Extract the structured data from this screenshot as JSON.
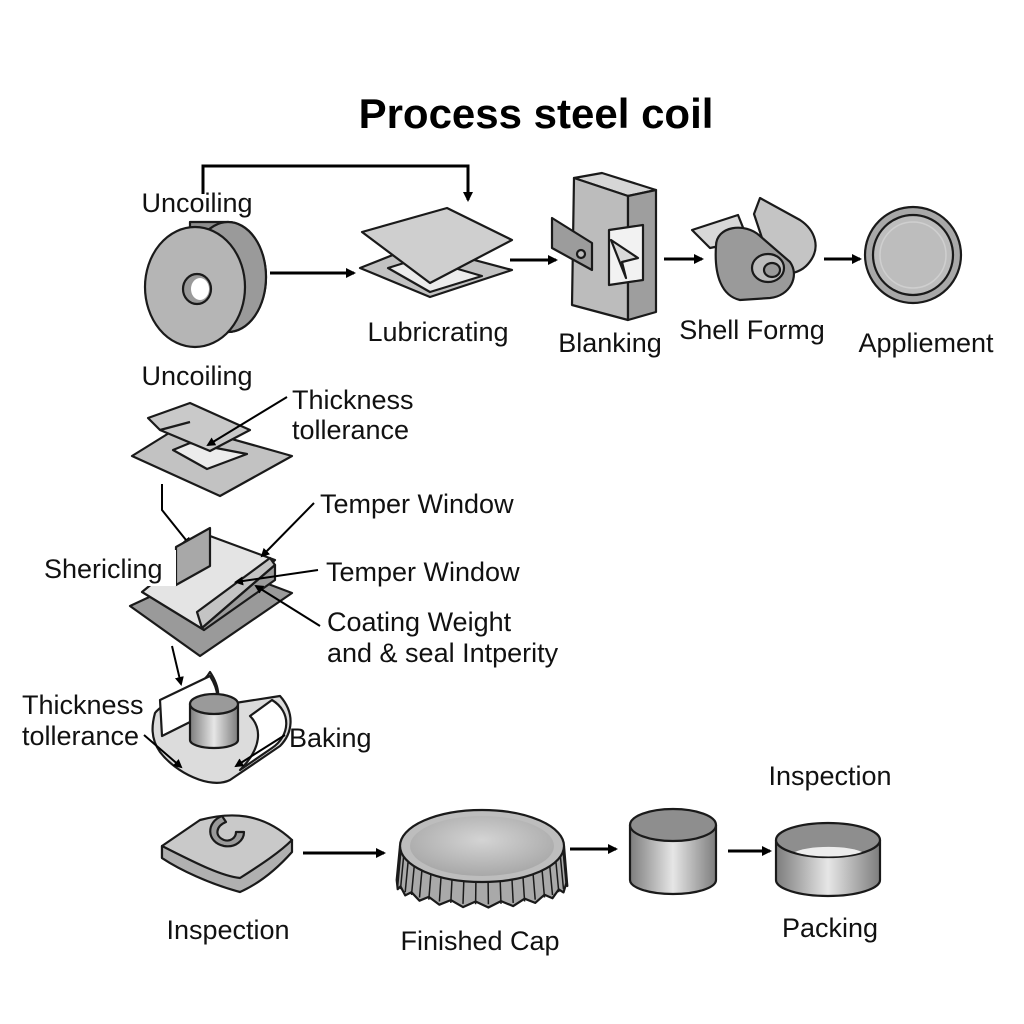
{
  "title": "Process steel coil",
  "colors": {
    "outline": "#1a1a1a",
    "metal_light": "#cfcfcf",
    "metal_mid": "#b5b5b5",
    "metal_dark": "#8e8e8e",
    "highlight": "#ececec",
    "background": "#ffffff"
  },
  "top_row": {
    "steps": [
      {
        "id": "uncoiling",
        "label": "Uncoiling",
        "icon": "steel-coil-icon"
      },
      {
        "id": "lubricating",
        "label": "Lubricrating",
        "icon": "stacked-sheets-icon"
      },
      {
        "id": "blanking",
        "label": "Blanking",
        "icon": "blanking-press-icon"
      },
      {
        "id": "shell-forming",
        "label": "Shell Formg",
        "icon": "rolled-sheet-icon"
      },
      {
        "id": "appliement",
        "label": "Appliement",
        "icon": "round-shell-icon"
      }
    ]
  },
  "middle_section": {
    "uncoiling_label": "Uncoiling",
    "sheet_callout": "Thickness\ntollerance",
    "tray_label": "Shericling",
    "tray_callouts": [
      "Temper Window",
      "Temper Window",
      "Coating Weight\nand & seal Intperity"
    ],
    "baking_left_callout": "Thickness\ntollerance",
    "baking_label": "Baking"
  },
  "bottom_row": {
    "steps": [
      {
        "id": "inspection-1",
        "label": "Inspection",
        "icon": "curled-sheet-block-icon"
      },
      {
        "id": "finished-cap",
        "label": "Finished Cap",
        "icon": "crown-cap-icon"
      },
      {
        "id": "cylinder",
        "label": "",
        "icon": "closed-cylinder-icon"
      },
      {
        "id": "packing",
        "label": "Packing",
        "icon": "open-cylinder-icon"
      }
    ],
    "inspection_top_label": "Inspection"
  }
}
